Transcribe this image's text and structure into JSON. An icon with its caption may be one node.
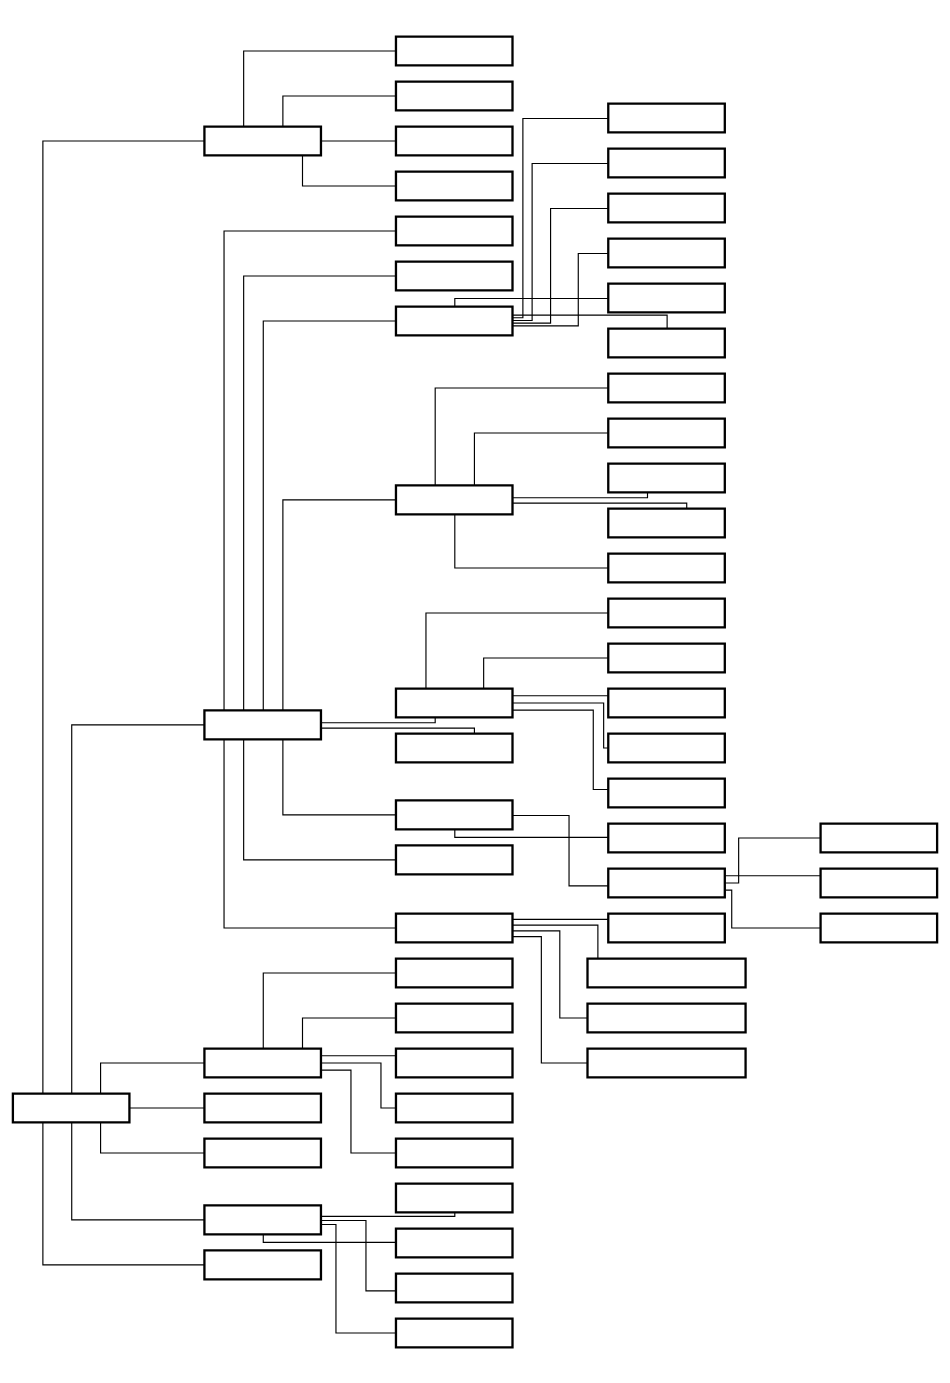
{
  "diagram": {
    "nodes": [
      {
        "text": [],
        "shape": "box"
      },
      {
        "text": [],
        "shape": "box"
      },
      {
        "text": [],
        "shape": "box"
      },
      {
        "text": [],
        "shape": "box"
      },
      {
        "text": [],
        "shape": "box"
      },
      {
        "text": [],
        "shape": "box"
      },
      {
        "text": [],
        "shape": "box"
      },
      {
        "text": [],
        "shape": "box"
      },
      {
        "text": [],
        "shape": "box"
      },
      {
        "text": [],
        "shape": "box"
      },
      {
        "text": [],
        "shape": "box"
      },
      {
        "text": [],
        "shape": "box"
      },
      {
        "text": [],
        "shape": "box"
      },
      {
        "text": [],
        "shape": "box"
      },
      {
        "text": [],
        "shape": "box"
      },
      {
        "text": [],
        "shape": "box"
      },
      {
        "text": [],
        "shape": "box"
      },
      {
        "text": [],
        "shape": "box"
      },
      {
        "text": [],
        "shape": "box"
      },
      {
        "text": [],
        "shape": "box"
      },
      {
        "text": [],
        "shape": "box"
      },
      {
        "text": [],
        "shape": "box"
      },
      {
        "text": [],
        "shape": "box"
      },
      {
        "text": [],
        "shape": "box"
      },
      {
        "text": [],
        "shape": "box"
      },
      {
        "text": [],
        "shape": "box"
      },
      {
        "text": [],
        "shape": "box"
      },
      {
        "text": [],
        "shape": "box"
      },
      {
        "text": [],
        "shape": "box"
      },
      {
        "text": [],
        "shape": "box"
      },
      {
        "text": [],
        "shape": "box"
      },
      {
        "text": [],
        "shape": "box"
      },
      {
        "text": [],
        "shape": "box"
      },
      {
        "text": [],
        "shape": "box"
      },
      {
        "text": [],
        "shape": "box"
      },
      {
        "text": [],
        "shape": "box"
      },
      {
        "text": [],
        "shape": "box"
      },
      {
        "text": [],
        "shape": "box"
      },
      {
        "text": [],
        "shape": "box"
      },
      {
        "text": [],
        "shape": "box"
      },
      {
        "text": [],
        "shape": "box"
      },
      {
        "text": [],
        "shape": "box"
      },
      {
        "text": [],
        "shape": "box"
      },
      {
        "text": [],
        "shape": "box"
      },
      {
        "text": [],
        "shape": "box"
      },
      {
        "text": [],
        "shape": "box"
      },
      {
        "text": [],
        "shape": "box"
      },
      {
        "text": [],
        "shape": "box"
      },
      {
        "text": [],
        "shape": "box"
      },
      {
        "text": [],
        "shape": "box"
      },
      {
        "text": [],
        "shape": "box"
      },
      {
        "text": [],
        "shape": "box"
      },
      {
        "text": [],
        "shape": "box"
      },
      {
        "text": [],
        "shape": "box"
      },
      {
        "text": [],
        "shape": "box"
      }
    ],
    "edges": [
      {
        "from": 0,
        "to": 1,
        "arrow": "none"
      },
      {
        "from": 0,
        "to": 6,
        "arrow": "none"
      },
      {
        "from": 0,
        "to": 41,
        "arrow": "none"
      },
      {
        "from": 0,
        "to": 47,
        "arrow": "none"
      },
      {
        "from": 0,
        "to": 48,
        "arrow": "none"
      },
      {
        "from": 0,
        "to": 49,
        "arrow": "none"
      },
      {
        "from": 0,
        "to": 54,
        "arrow": "none"
      },
      {
        "from": 1,
        "to": 2,
        "arrow": "none"
      },
      {
        "from": 1,
        "to": 3,
        "arrow": "none"
      },
      {
        "from": 1,
        "to": 4,
        "arrow": "none"
      },
      {
        "from": 1,
        "to": 5,
        "arrow": "none"
      },
      {
        "from": 6,
        "to": 7,
        "arrow": "none"
      },
      {
        "from": 6,
        "to": 8,
        "arrow": "none"
      },
      {
        "from": 6,
        "to": 9,
        "arrow": "none"
      },
      {
        "from": 6,
        "to": 16,
        "arrow": "none"
      },
      {
        "from": 6,
        "to": 22,
        "arrow": "none"
      },
      {
        "from": 6,
        "to": 28,
        "arrow": "none"
      },
      {
        "from": 6,
        "to": 29,
        "arrow": "none"
      },
      {
        "from": 6,
        "to": 35,
        "arrow": "none"
      },
      {
        "from": 6,
        "to": 36,
        "arrow": "none"
      },
      {
        "from": 9,
        "to": 10,
        "arrow": "none"
      },
      {
        "from": 9,
        "to": 11,
        "arrow": "none"
      },
      {
        "from": 9,
        "to": 12,
        "arrow": "none"
      },
      {
        "from": 9,
        "to": 13,
        "arrow": "none"
      },
      {
        "from": 9,
        "to": 14,
        "arrow": "none"
      },
      {
        "from": 9,
        "to": 15,
        "arrow": "none"
      },
      {
        "from": 16,
        "to": 17,
        "arrow": "none"
      },
      {
        "from": 16,
        "to": 18,
        "arrow": "none"
      },
      {
        "from": 16,
        "to": 19,
        "arrow": "none"
      },
      {
        "from": 16,
        "to": 20,
        "arrow": "none"
      },
      {
        "from": 16,
        "to": 21,
        "arrow": "none"
      },
      {
        "from": 22,
        "to": 23,
        "arrow": "none"
      },
      {
        "from": 22,
        "to": 24,
        "arrow": "none"
      },
      {
        "from": 22,
        "to": 25,
        "arrow": "none"
      },
      {
        "from": 22,
        "to": 26,
        "arrow": "none"
      },
      {
        "from": 22,
        "to": 27,
        "arrow": "none"
      },
      {
        "from": 29,
        "to": 30,
        "arrow": "none"
      },
      {
        "from": 29,
        "to": 31,
        "arrow": "none"
      },
      {
        "from": 31,
        "to": 32,
        "arrow": "none"
      },
      {
        "from": 31,
        "to": 33,
        "arrow": "none"
      },
      {
        "from": 31,
        "to": 34,
        "arrow": "none"
      },
      {
        "from": 36,
        "to": 37,
        "arrow": "none"
      },
      {
        "from": 36,
        "to": 38,
        "arrow": "none"
      },
      {
        "from": 36,
        "to": 39,
        "arrow": "none"
      },
      {
        "from": 36,
        "to": 40,
        "arrow": "none"
      },
      {
        "from": 41,
        "to": 42,
        "arrow": "none"
      },
      {
        "from": 41,
        "to": 43,
        "arrow": "none"
      },
      {
        "from": 41,
        "to": 44,
        "arrow": "none"
      },
      {
        "from": 41,
        "to": 45,
        "arrow": "none"
      },
      {
        "from": 41,
        "to": 46,
        "arrow": "none"
      },
      {
        "from": 49,
        "to": 50,
        "arrow": "none"
      },
      {
        "from": 49,
        "to": 51,
        "arrow": "none"
      },
      {
        "from": 49,
        "to": 52,
        "arrow": "none"
      },
      {
        "from": 49,
        "to": 53,
        "arrow": "none"
      }
    ]
  }
}
